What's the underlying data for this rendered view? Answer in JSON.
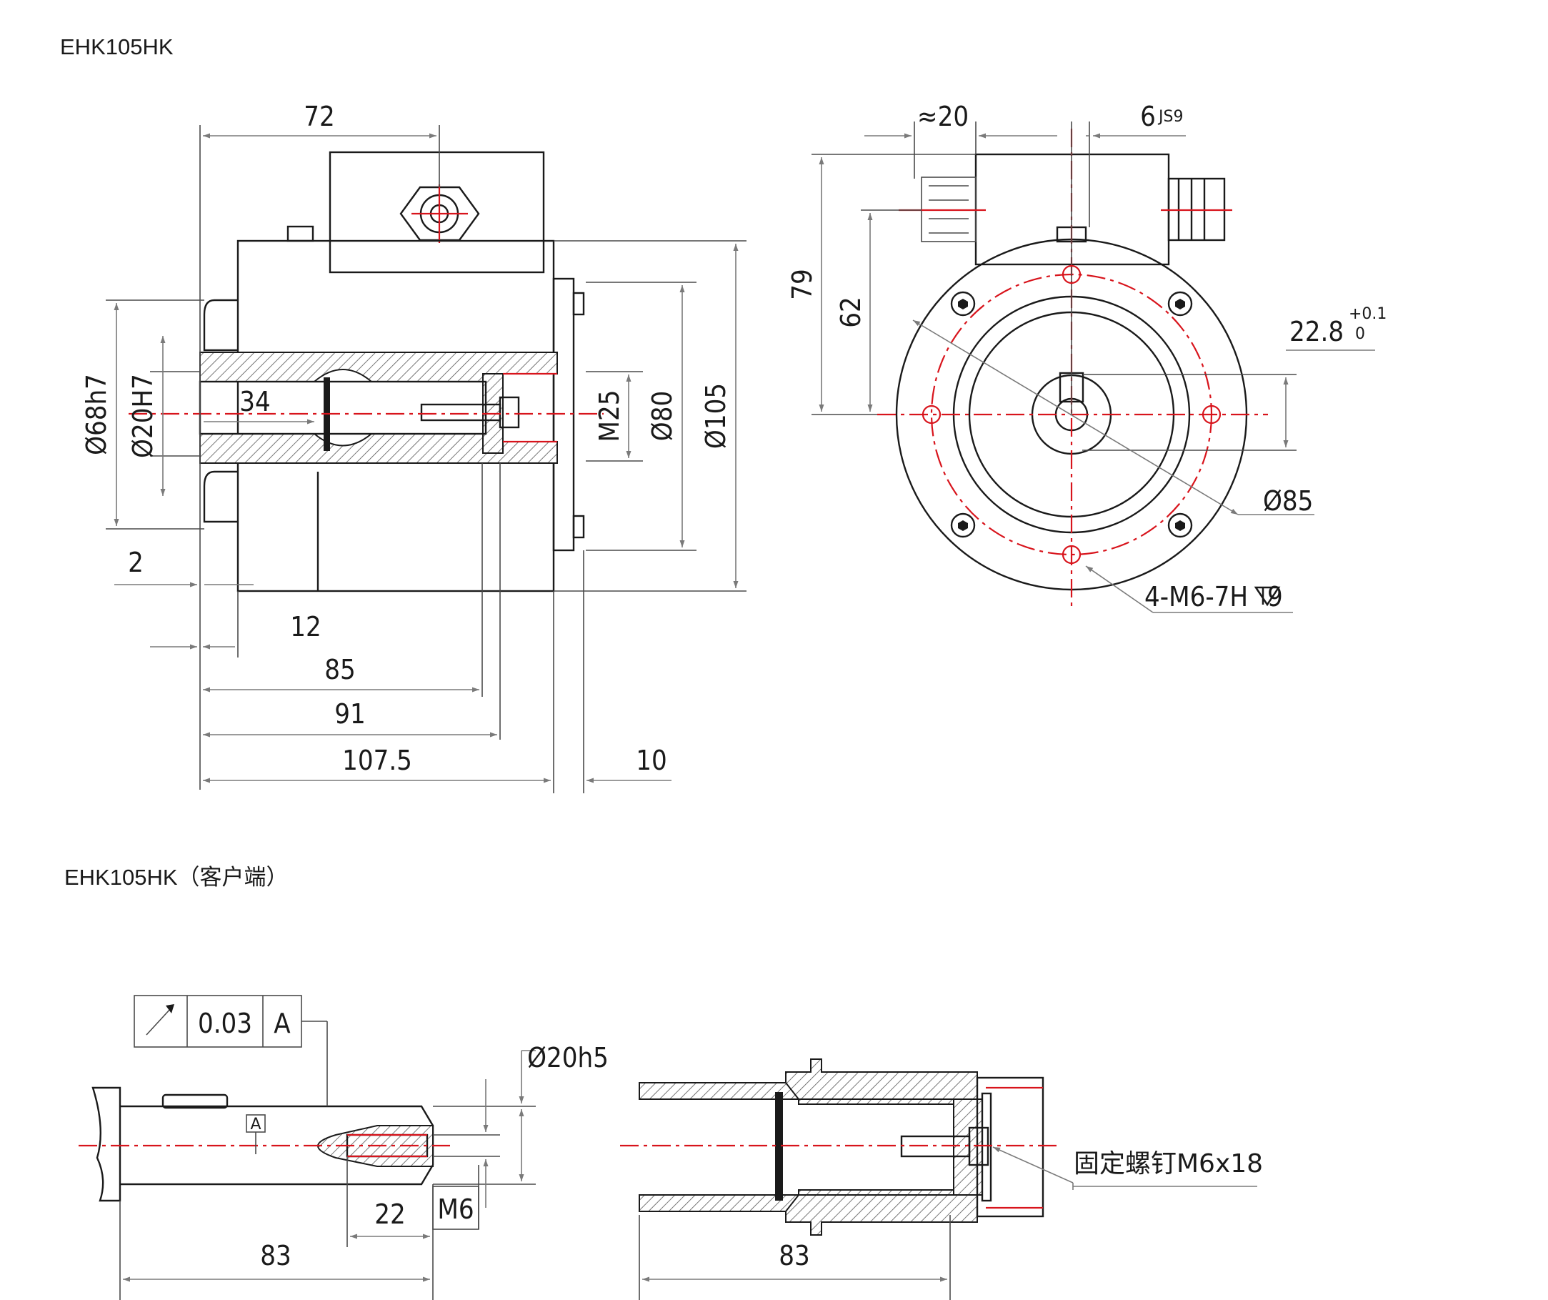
{
  "titles": {
    "main": "EHK105HK",
    "customer": "EHK105HK（客户端）"
  },
  "side_view": {
    "dims": {
      "w72": "72",
      "d68": "Ø68h7",
      "d20": "Ø20H7",
      "l34": "34",
      "m25": "M25",
      "d80": "Ø80",
      "d105": "Ø105",
      "l2": "2",
      "l12": "12",
      "l85": "85",
      "l91": "91",
      "l107": "107.5",
      "l10": "10"
    }
  },
  "front_view": {
    "dims": {
      "approx20": "≈20",
      "key6": "6",
      "key_tol": "JS9",
      "h79": "79",
      "h62": "62",
      "k22": "22.8",
      "k22_up": "+0.1",
      "k22_lo": "0",
      "d85": "Ø85",
      "holes": "4-M6-7H",
      "depth": "9"
    }
  },
  "shaft_view": {
    "tolerance_frame": {
      "value": "0.03",
      "datum": "A"
    },
    "datum_marker": "A",
    "dims": {
      "d20h5": "Ø20h5",
      "l22": "22",
      "m6": "M6",
      "l83": "83"
    }
  },
  "coupling_view": {
    "callout": "固定螺钉M6x18",
    "dims": {
      "l83": "83"
    }
  },
  "colors": {
    "line": "#1a1a1a",
    "centerline": "#d8141c",
    "dimension": "#7a7a7a"
  }
}
